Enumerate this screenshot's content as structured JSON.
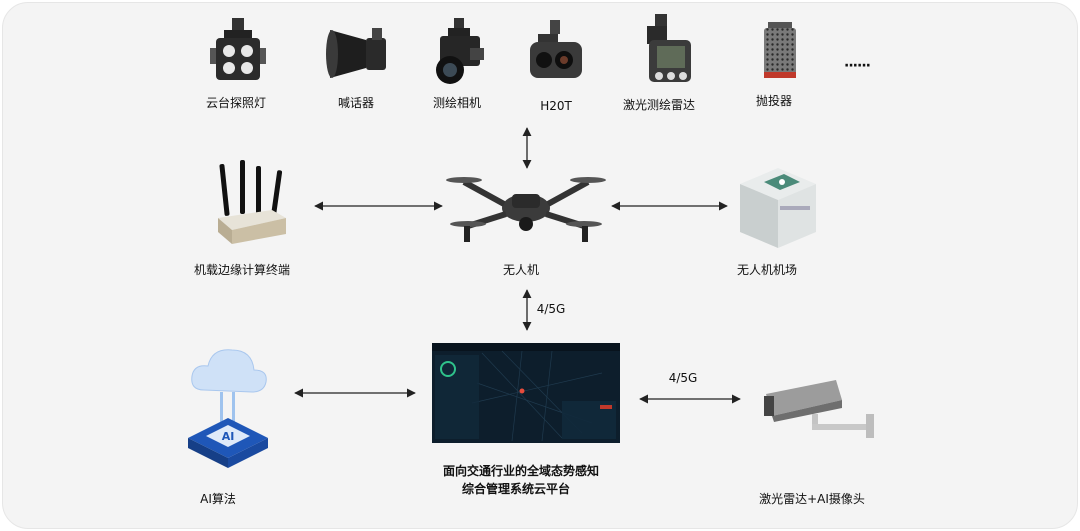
{
  "payloads": [
    {
      "id": "gimbal-light",
      "label": "云台探照灯"
    },
    {
      "id": "loudspeaker",
      "label": "喊话器"
    },
    {
      "id": "survey-camera",
      "label": "测绘相机"
    },
    {
      "id": "h20t",
      "label": "H20T"
    },
    {
      "id": "lidar",
      "label": "激光测绘雷达"
    },
    {
      "id": "dropper",
      "label": "抛投器"
    }
  ],
  "more_marker": "······",
  "nodes": {
    "edge_compute": "机载边缘计算终端",
    "drone": "无人机",
    "dock": "无人机机场",
    "ai": "AI算法",
    "platform_line1": "面向交通行业的全域态势感知",
    "platform_line2": "综合管理系统云平台",
    "camera": "激光雷达+AI摄像头"
  },
  "links": {
    "drone_platform": "4/5G",
    "platform_camera": "4/5G"
  },
  "colors": {
    "line": "#222222",
    "panel": "#f4f4f4",
    "screen": "#0d1e2c"
  }
}
